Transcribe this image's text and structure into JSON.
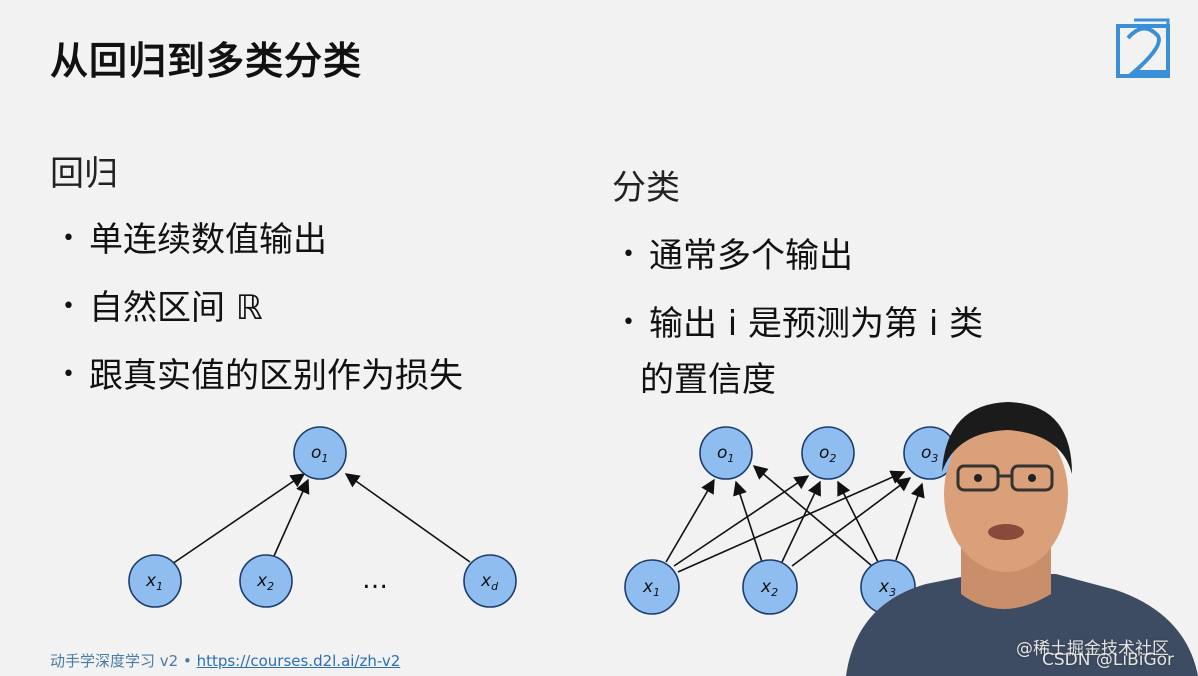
{
  "slide": {
    "title": "从回归到多类分类",
    "left": {
      "heading": "回归",
      "bullets": [
        "单连续数值输出",
        "自然区间 ℝ",
        "跟真实值的区别作为损失"
      ]
    },
    "right": {
      "heading": "分类",
      "bullets": [
        "通常多个输出",
        "输出 i 是预测为第 i 类"
      ],
      "continuation": "的置信度"
    },
    "footer": {
      "course": "动手学深度学习 v2 • ",
      "link": "https://courses.d2l.ai/zh-v2"
    }
  },
  "diagram_left": {
    "output": {
      "base": "o",
      "sub": "1"
    },
    "inputs": [
      {
        "base": "x",
        "sub": "1"
      },
      {
        "base": "x",
        "sub": "2"
      },
      {
        "base": "x",
        "sub": "d"
      }
    ],
    "ellipsis": "…"
  },
  "diagram_right": {
    "outputs": [
      {
        "base": "o",
        "sub": "1"
      },
      {
        "base": "o",
        "sub": "2"
      },
      {
        "base": "o",
        "sub": "3"
      }
    ],
    "inputs": [
      {
        "base": "x",
        "sub": "1"
      },
      {
        "base": "x",
        "sub": "2"
      },
      {
        "base": "x",
        "sub": "3"
      }
    ]
  },
  "watermark": {
    "line1": "@稀土掘金技术社区",
    "line2": "CSDN @LiBiGor"
  },
  "colors": {
    "node_fill": "#8fbdf0",
    "node_stroke": "#1c3c6c",
    "accent": "#2c6fb5",
    "background": "#f2f2f2"
  },
  "icons": [
    "d2l-logo-icon",
    "presenter-video"
  ]
}
